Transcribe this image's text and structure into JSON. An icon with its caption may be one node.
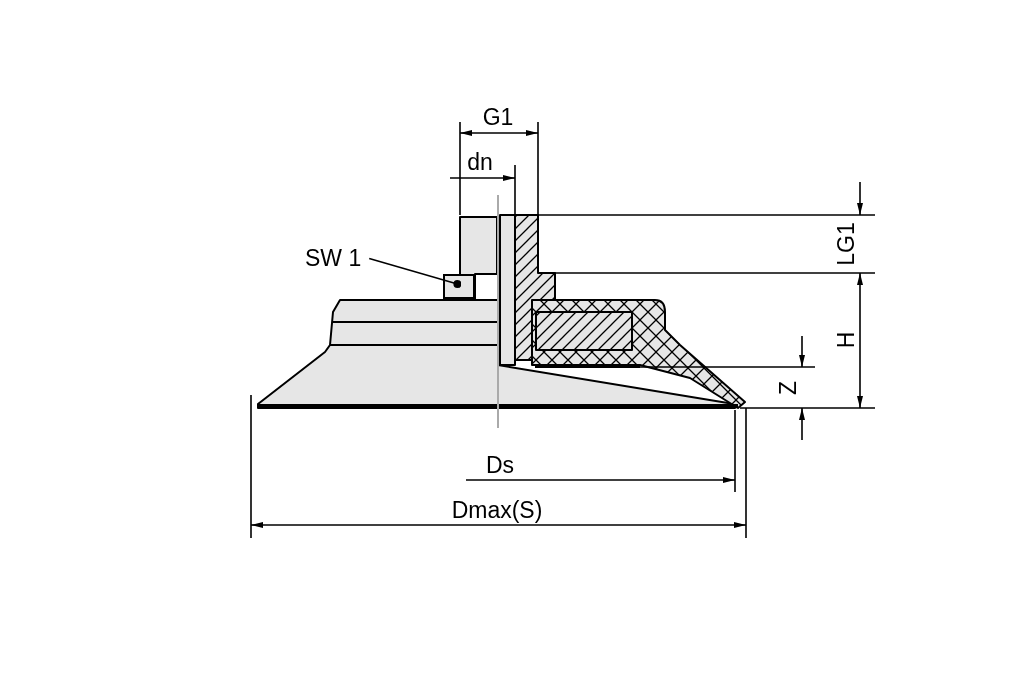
{
  "diagram": {
    "nodes": [
      {
        "text": [
          "SW 1"
        ]
      },
      {
        "text": [],
        "shape": "box"
      }
    ],
    "edges": [
      {
        "from": 0,
        "to": 1,
        "arrow": "other"
      }
    ],
    "labels": [
      "G1",
      "dn",
      "LG1",
      "H",
      "Z",
      "Ds",
      "Dmax(S)"
    ]
  }
}
